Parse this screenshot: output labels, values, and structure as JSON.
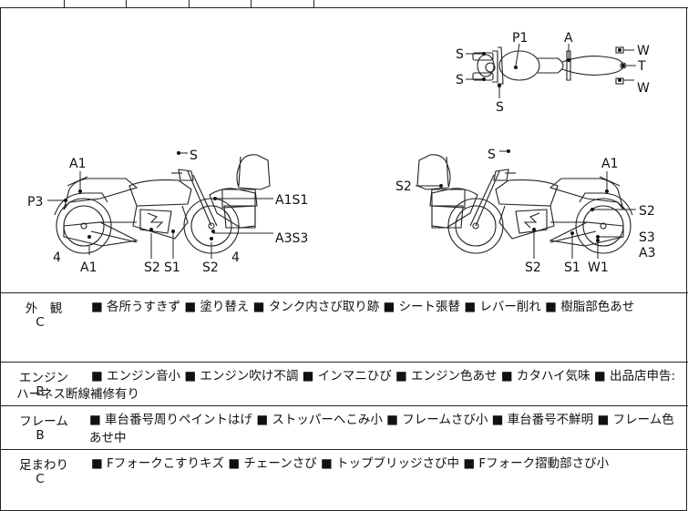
{
  "diagram": {
    "top_view_labels": [
      "S",
      "S",
      "S",
      "P1",
      "A",
      "W",
      "T",
      "W"
    ],
    "left_view_labels": [
      "A1",
      "S",
      "P3",
      "A1S1",
      "A3S3",
      "4",
      "A1",
      "S2",
      "S1",
      "S2",
      "4"
    ],
    "right_view_labels": [
      "S",
      "A1",
      "S2",
      "S2",
      "S3",
      "A3",
      "S2",
      "S1",
      "W1"
    ]
  },
  "conditions": [
    {
      "category": "外　観",
      "grade": "C",
      "text": "■ 各所うすきず ■ 塗り替え ■ タンク内さび取り跡 ■ シート張替 ■ レバー削れ ■ 樹脂部色あせ"
    },
    {
      "category": "エンジン",
      "grade": "B",
      "text": "■ エンジン音小 ■ エンジン吹け不調 ■ インマニひび ■ エンジン色あせ ■ カタハイ気味 ■ 出品店申告:ハーネス断線補修有り"
    },
    {
      "category": "フレーム",
      "grade": "B",
      "text": "■ 車台番号周りペイントはげ ■ ストッパーへこみ小 ■ フレームさび小 ■ 車台番号不鮮明 ■ フレーム色あせ中"
    },
    {
      "category": "足まわり",
      "grade": "C",
      "text": "■ Fフォークこすりキズ ■ チェーンさび ■ トップブリッジさび中 ■ Fフォーク摺動部さび小"
    }
  ]
}
